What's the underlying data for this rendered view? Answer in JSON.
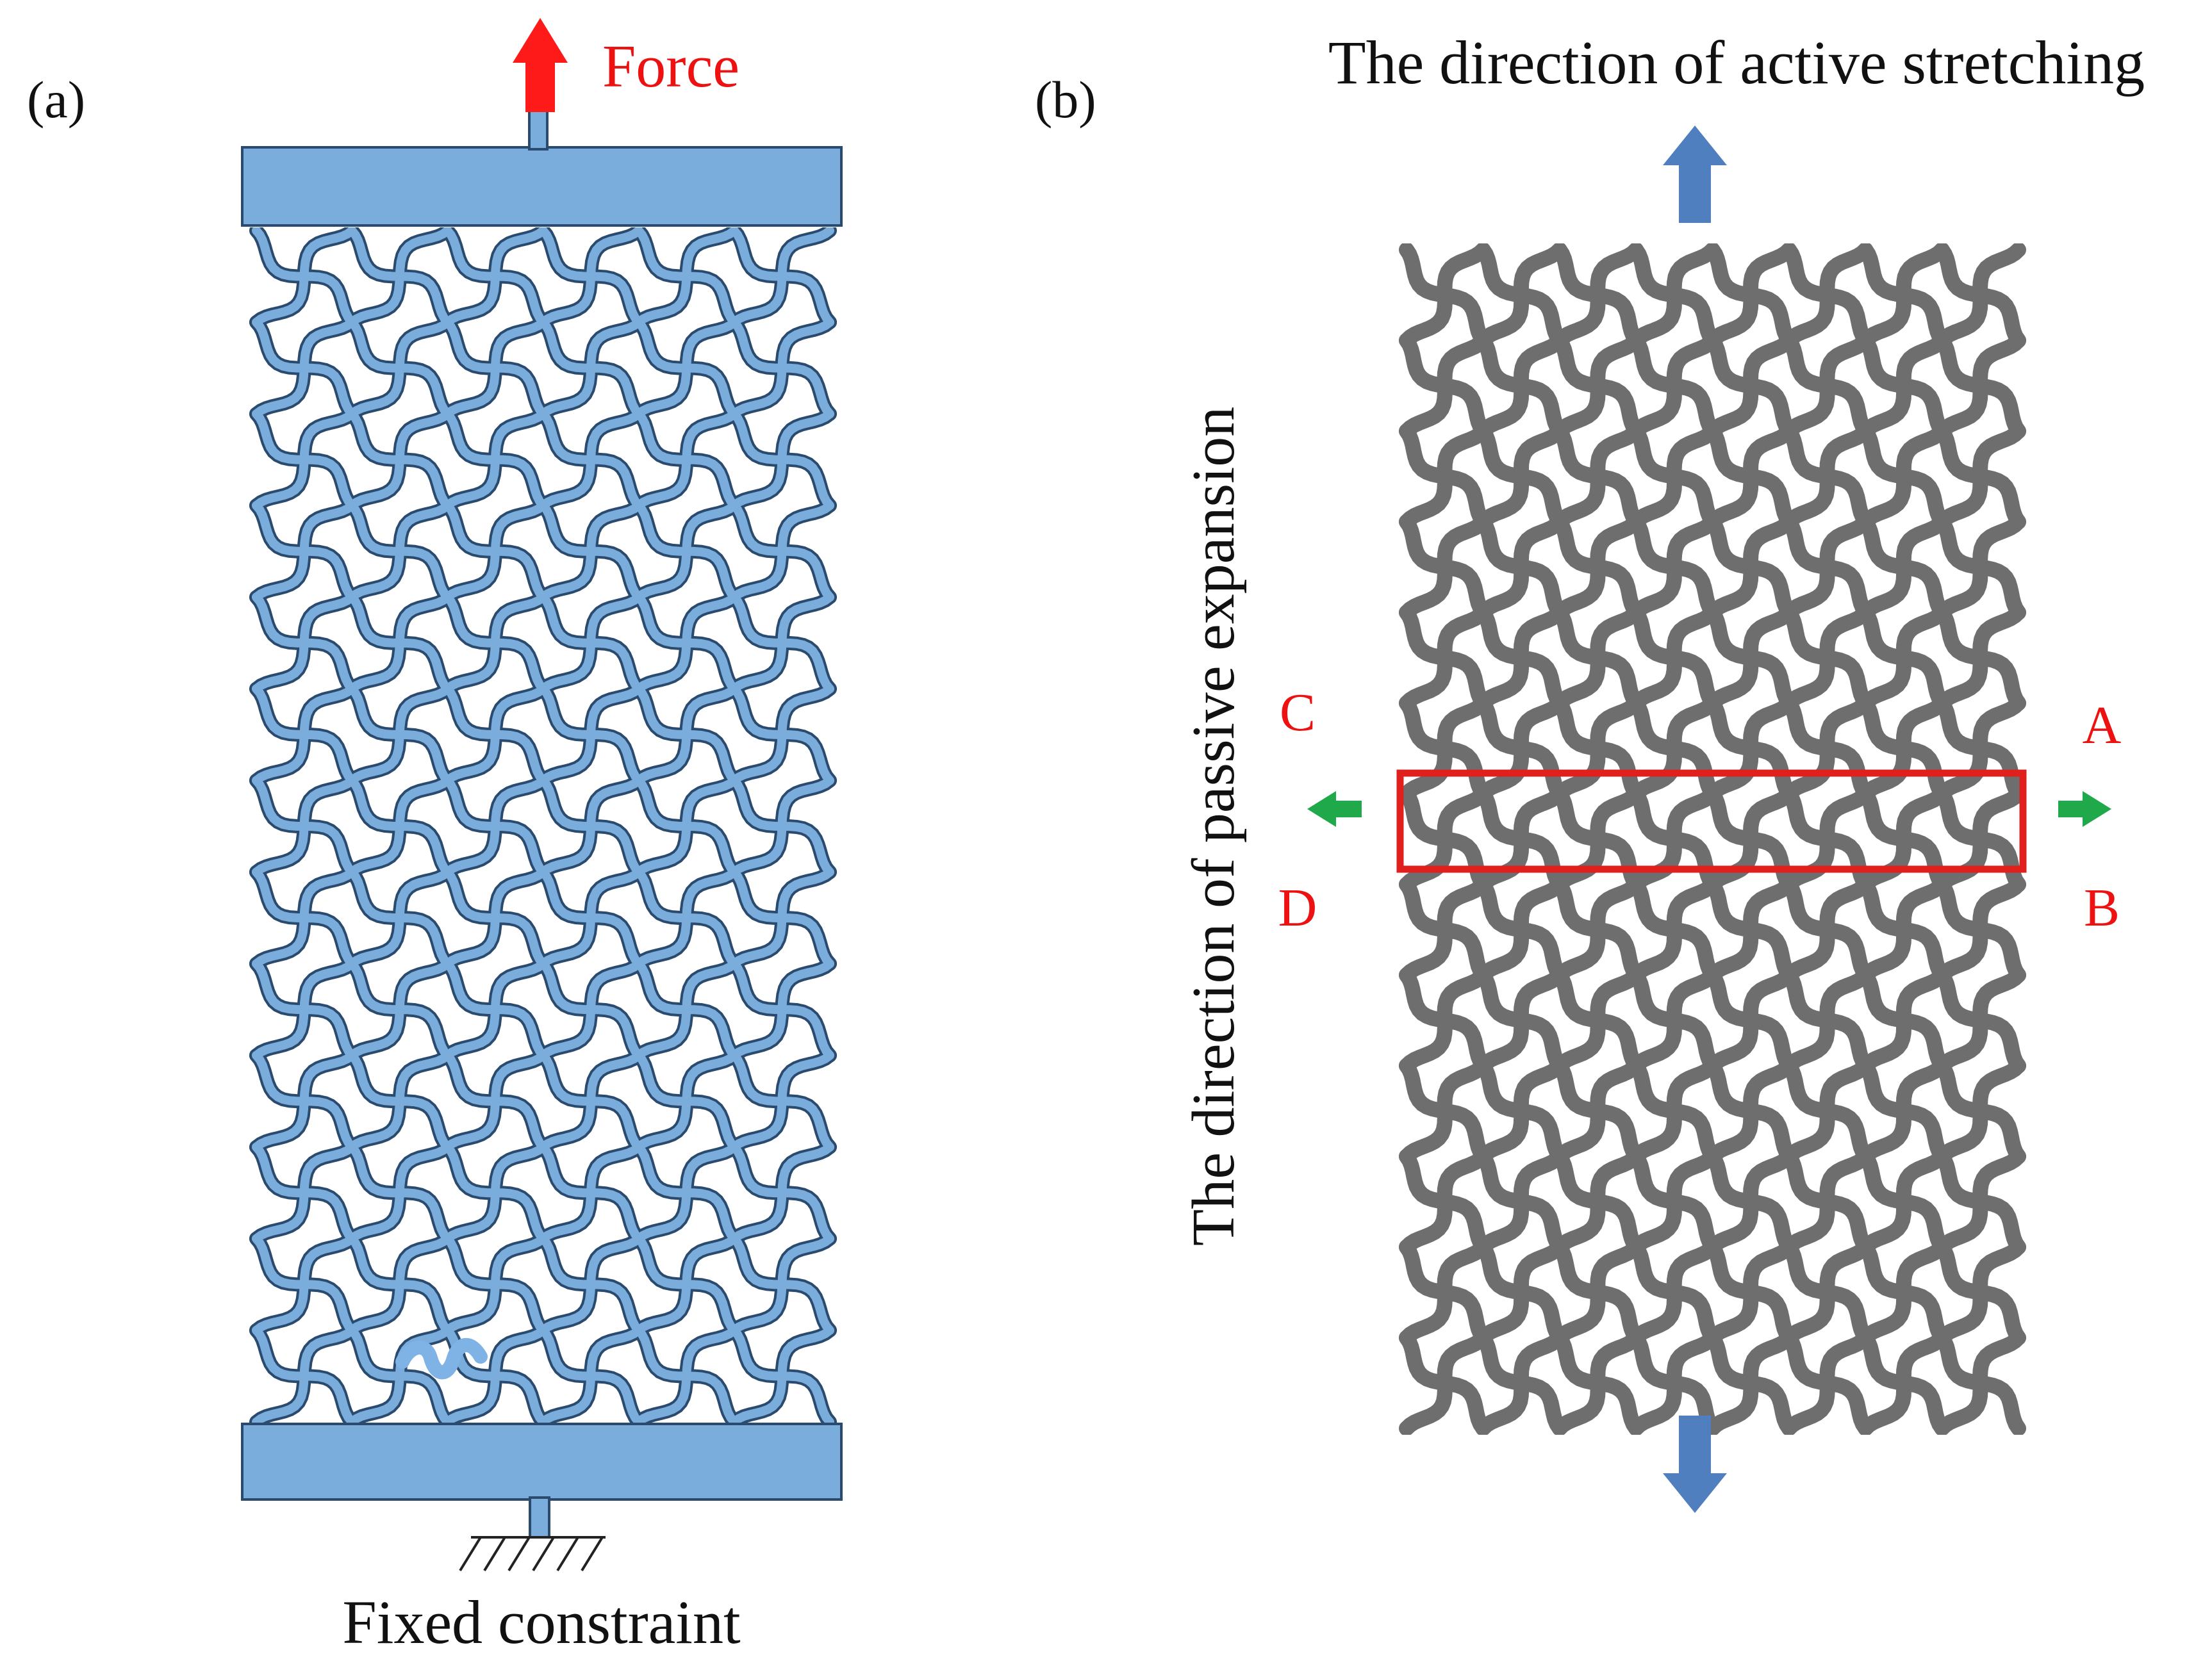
{
  "panel_a": {
    "label": "(a)",
    "force_label": "Force",
    "fixed_label": "Fixed constraint",
    "lattice_rows": 13,
    "lattice_cols": 6
  },
  "panel_b": {
    "label": "(b)",
    "active_label": "The direction of active stretching",
    "passive_label": "The direction of passive expansion",
    "corner_labels": {
      "a": "A",
      "b": "B",
      "c": "C",
      "d": "D"
    },
    "lattice_rows": 13,
    "lattice_cols": 8
  },
  "colors": {
    "lattice_a_fill": "#7aaddc",
    "lattice_a_stroke": "#2a4a6e",
    "lattice_b": "#6e6e6e",
    "force_arrow": "#ff1a1a",
    "stretch_arrow": "#4f7fbe",
    "expansion_arrow": "#1fa94a",
    "highlight_box": "#e0201c",
    "label_red": "#ee1111",
    "label_black": "#111111"
  }
}
